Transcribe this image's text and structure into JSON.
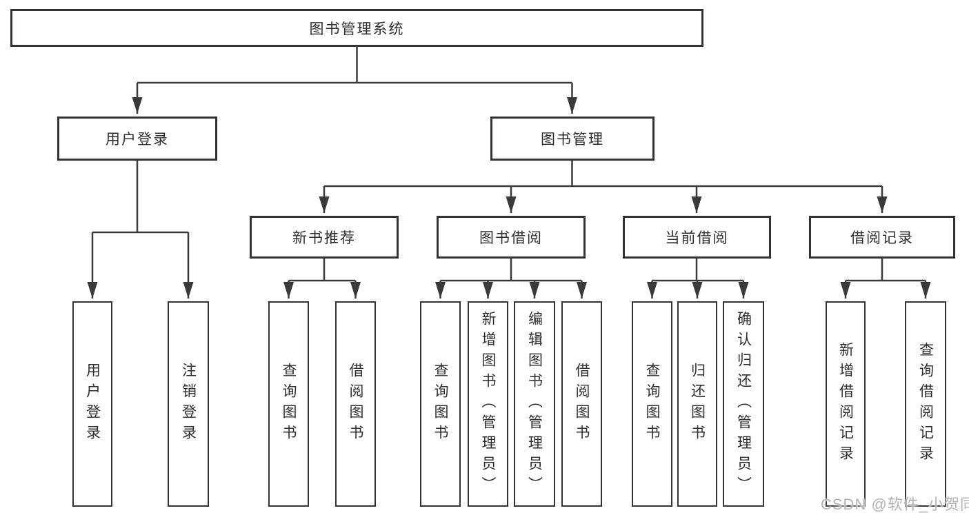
{
  "diagram": {
    "nodes": {
      "root": "图书管理系统",
      "user_login": "用户登录",
      "book_management": "图书管理",
      "new_book_recommend": "新书推荐",
      "book_borrowing": "图书借阅",
      "current_borrowing": "当前借阅",
      "borrowing_records": "借阅记录",
      "login": "用户登录",
      "logout": "注销登录",
      "rec_query_books": "查询图书",
      "rec_borrow_books": "借阅图书",
      "bor_query_books": "查询图书",
      "bor_add_books": "新增图书（管理员）",
      "bor_edit_books": "编辑图书（管理员）",
      "bor_borrow_books": "借阅图书",
      "cur_query_books": "查询图书",
      "cur_return_books": "归还图书",
      "cur_confirm_return": "确认归还（管理员）",
      "log_add_record": "新增借阅记录",
      "log_query_record": "查询借阅记录"
    },
    "colors": {
      "line": "#3a3a3a",
      "border": "#333333",
      "text": "#2e2e2e",
      "background": "#ffffff",
      "watermark": "#b3b3b3"
    }
  },
  "watermark": {
    "text": "CSDN @软件_小贺同学"
  }
}
